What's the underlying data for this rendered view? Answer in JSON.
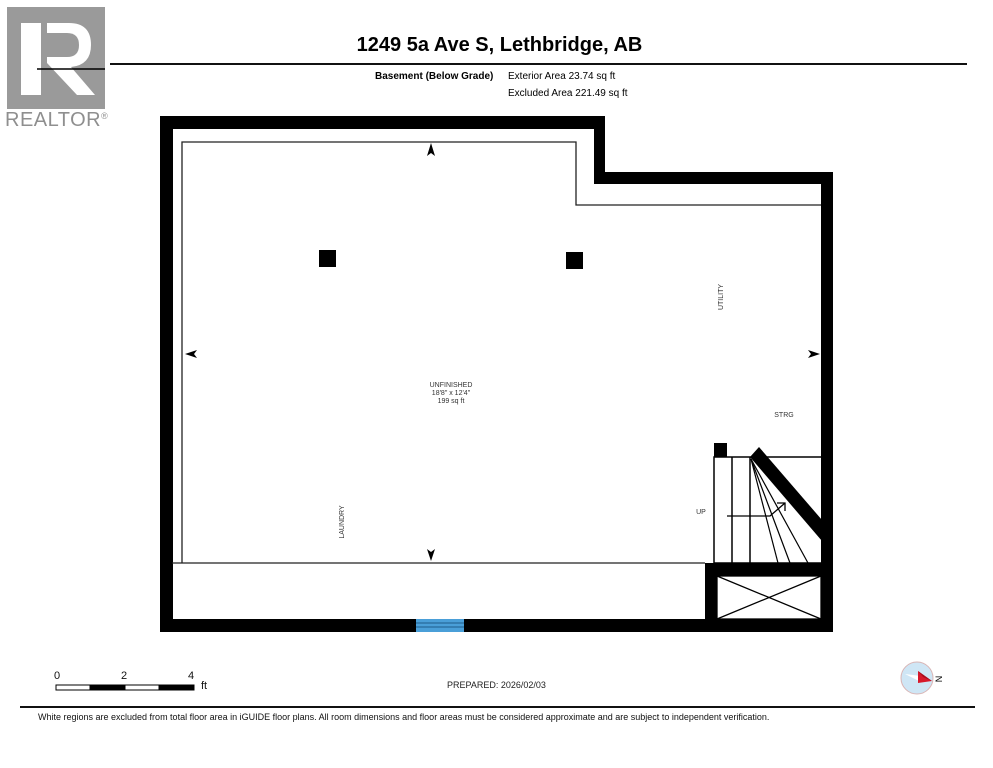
{
  "branding": {
    "logo_letter": "R",
    "logo_text": "REALTOR",
    "logo_mark": "®"
  },
  "header": {
    "title": "1249 5a Ave S, Lethbridge, AB",
    "level_name": "Basement (Below Grade)",
    "exterior_area": "Exterior Area 23.74 sq ft",
    "excluded_area": "Excluded Area 221.49 sq ft"
  },
  "rooms": {
    "unfinished": {
      "name": "UNFINISHED",
      "dimensions": "18'8\" x 12'4\"",
      "area": "199 sq ft"
    },
    "utility": {
      "name": "UTILITY"
    },
    "storage": {
      "name": "STRG"
    },
    "laundry": {
      "name": "LAUNDRY"
    },
    "stairs": {
      "label": "UP"
    }
  },
  "scale_bar": {
    "ticks": [
      "0",
      "2",
      "4"
    ],
    "unit": "ft"
  },
  "compass": {
    "direction_label": "N",
    "colors": {
      "fill": "#cfe6f5",
      "arrow": "#d7192b",
      "ring": "#d9b5b5"
    }
  },
  "window_color": "#4a9fd8",
  "prepared": "PREPARED: 2026/02/03",
  "footer": {
    "note": "White regions are excluded from total floor area in iGUIDE floor plans. All room dimensions and floor areas must be considered approximate and are subject to independent verification."
  }
}
